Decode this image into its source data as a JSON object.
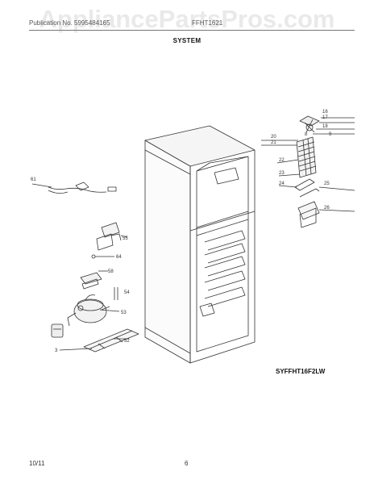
{
  "watermark": "AppliancePartsPros.com",
  "header": {
    "left_text": "Publication No. 5995484165",
    "model_text": "FFHT1621"
  },
  "section_title": "SYSTEM",
  "callouts": [
    "16",
    "17",
    "18",
    "8",
    "9",
    "20",
    "21",
    "22",
    "23",
    "24",
    "25",
    "26",
    "61",
    "55",
    "64",
    "58",
    "54",
    "53",
    "52",
    "3"
  ],
  "part_code": "SYFFHT16F2LW",
  "footer": {
    "date": "10/11",
    "page": "6"
  },
  "colors": {
    "line": "#333333",
    "watermark": "#e9e9e9"
  }
}
